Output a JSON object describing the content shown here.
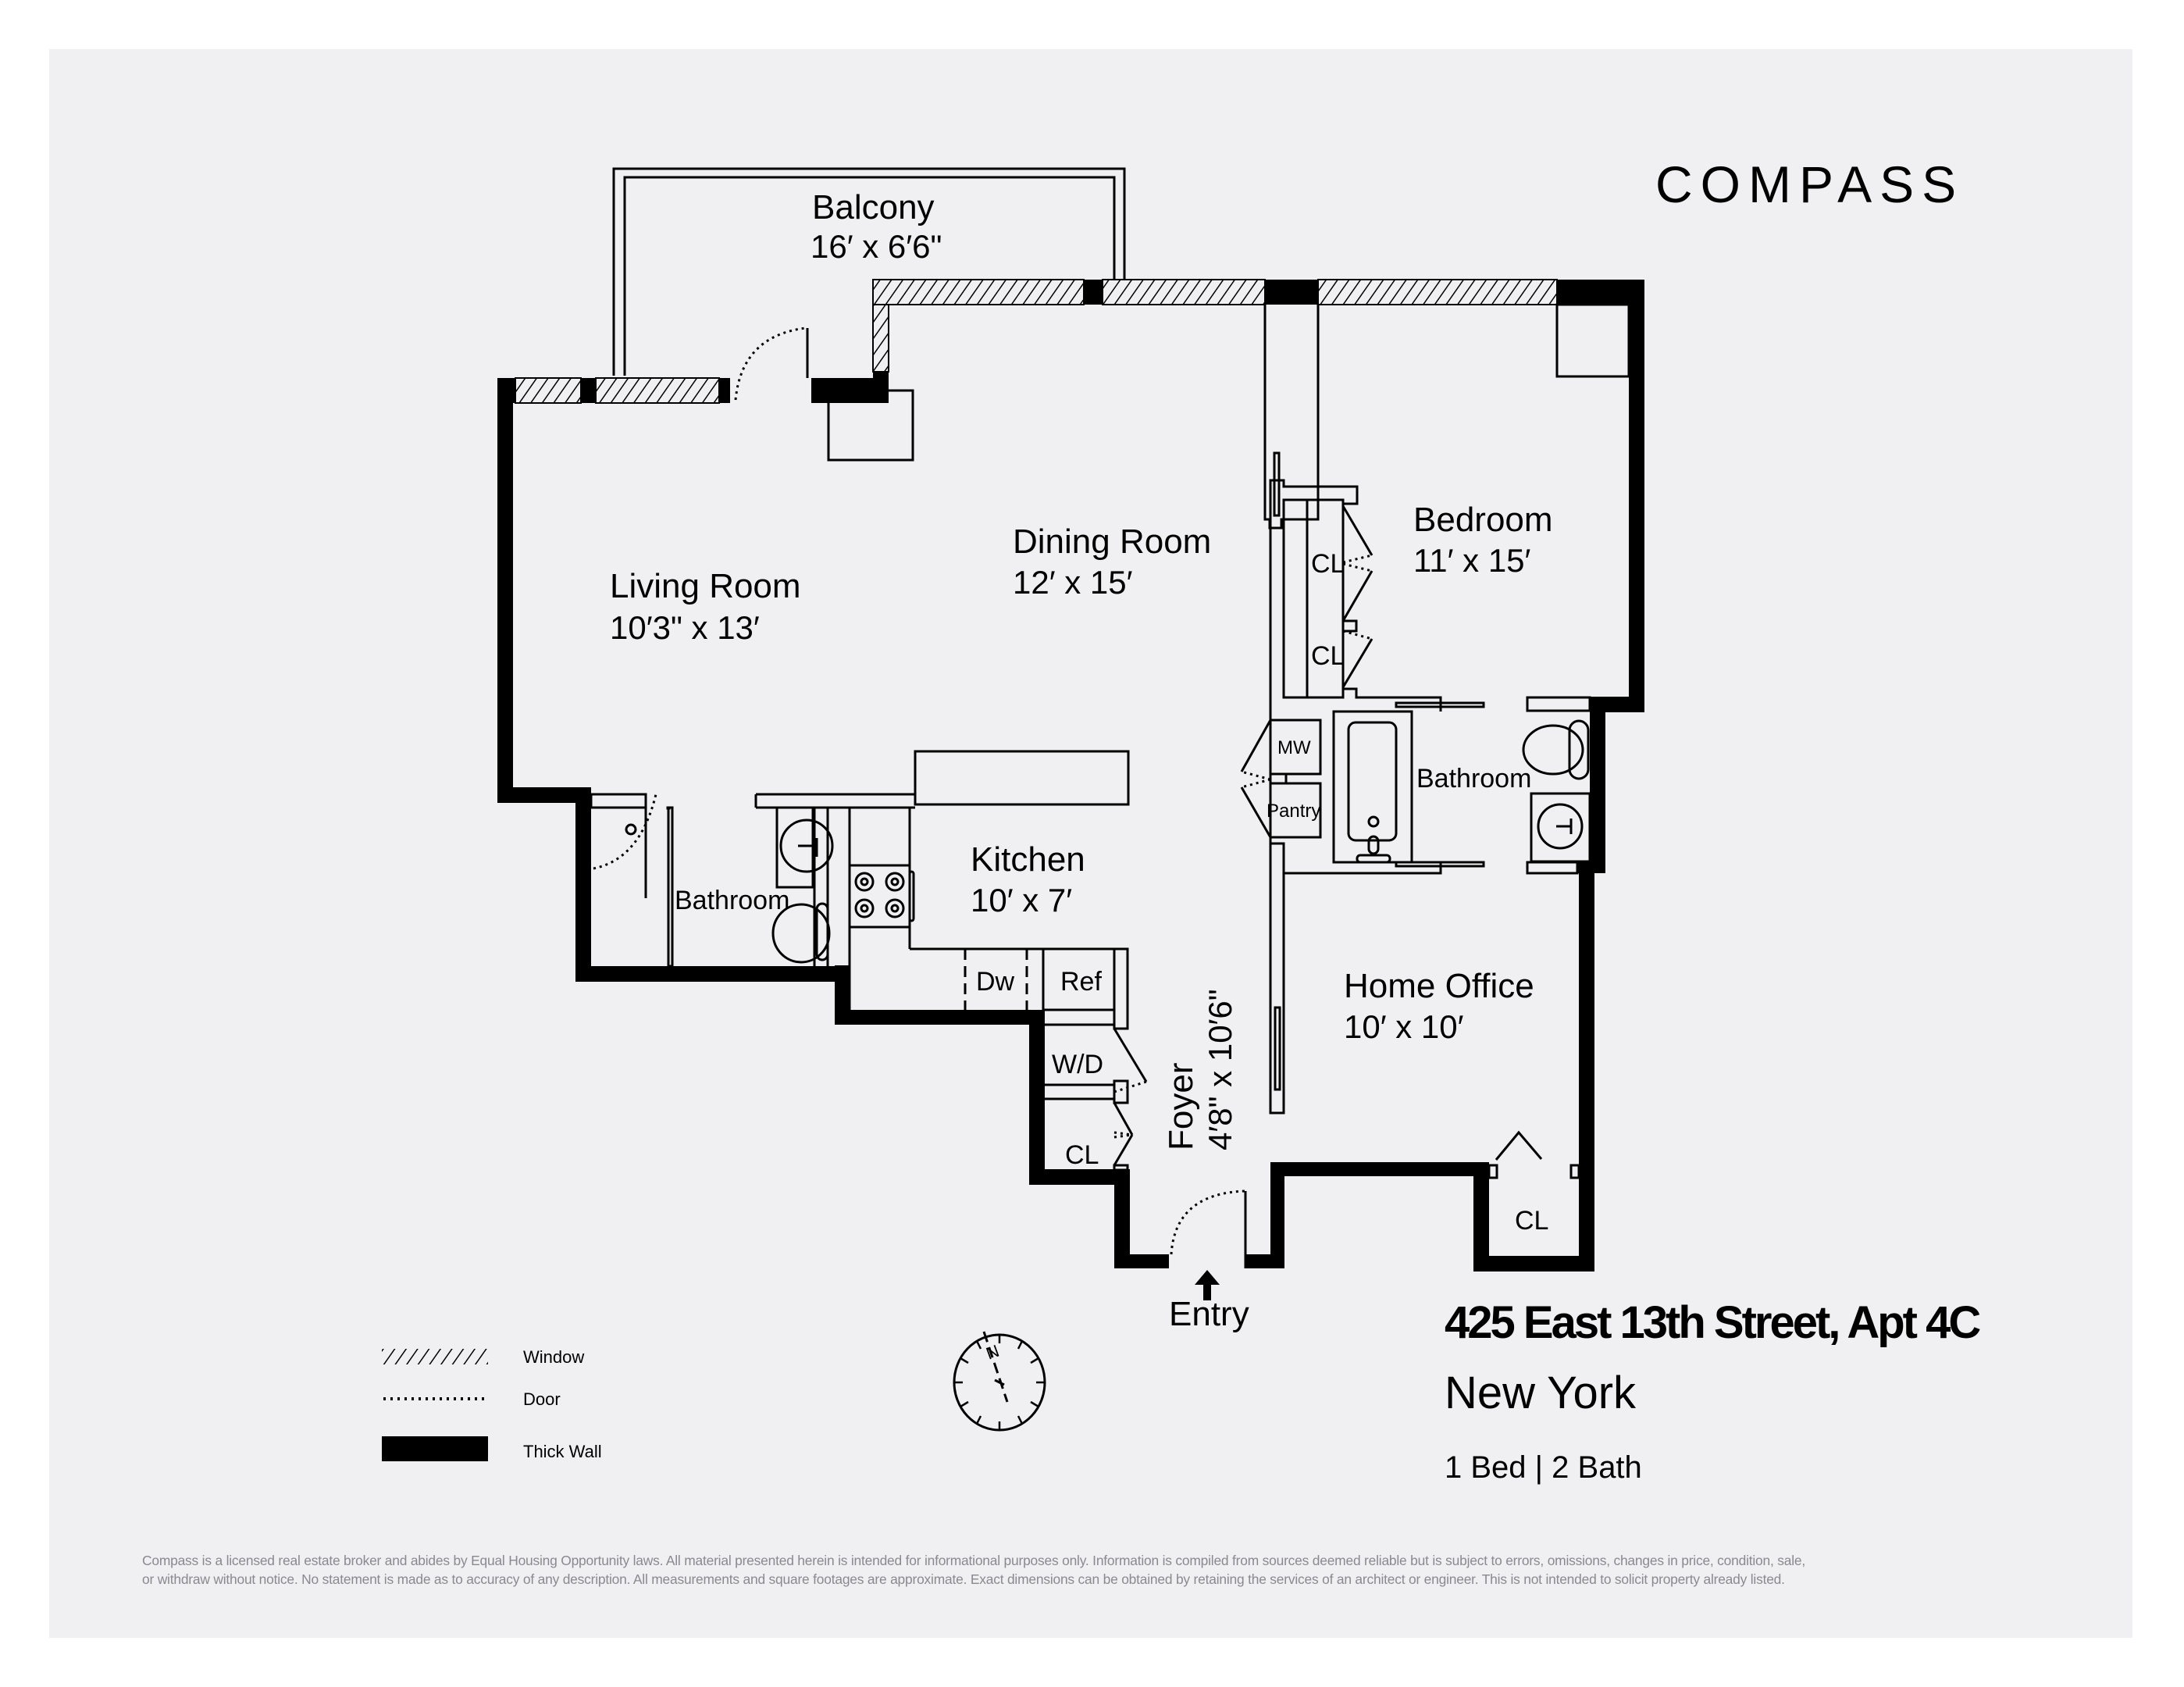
{
  "brand": {
    "logo_text": "COMPASS",
    "logo_icon": "compass-o-slash-icon"
  },
  "listing": {
    "address": "425 East 13th Street, Apt 4C",
    "city": "New York",
    "summary": "1 Bed | 2 Bath"
  },
  "rooms": {
    "balcony": {
      "name": "Balcony",
      "dims": "16′ x 6′6\""
    },
    "living_room": {
      "name": "Living Room",
      "dims": "10′3\" x 13′"
    },
    "dining_room": {
      "name": "Dining Room",
      "dims": "12′ x 15′"
    },
    "bedroom": {
      "name": "Bedroom",
      "dims": "11′ x 15′"
    },
    "kitchen": {
      "name": "Kitchen",
      "dims": "10′ x 7′"
    },
    "home_office": {
      "name": "Home Office",
      "dims": "10′ x 10′"
    },
    "foyer": {
      "name": "Foyer",
      "dims": "4′8\" x 10′6\""
    },
    "bathroom_left": {
      "name": "Bathroom"
    },
    "bathroom_right": {
      "name": "Bathroom"
    }
  },
  "fixtures": {
    "closet_bedroom_1": "CL",
    "closet_bedroom_2": "CL",
    "closet_foyer": "CL",
    "closet_office": "CL",
    "microwave": "MW",
    "pantry": "Pantry",
    "dishwasher": "Dw",
    "refrigerator": "Ref",
    "washer_dryer": "W/D"
  },
  "entry": {
    "label": "Entry",
    "icon": "arrow-up-icon"
  },
  "legend": {
    "items": [
      {
        "label": "Window",
        "swatch": "hatched"
      },
      {
        "label": "Door",
        "swatch": "dotted"
      },
      {
        "label": "Thick Wall",
        "swatch": "solid"
      }
    ]
  },
  "compass_rose": {
    "north_label": "N"
  },
  "disclaimer": {
    "line1": "Compass is a licensed real estate broker and abides by Equal Housing Opportunity laws. All material presented herein is intended for informational purposes only. Information is compiled from sources deemed reliable but is subject to errors, omissions, changes in price, condition, sale,",
    "line2": "or withdraw without notice. No statement is made as to accuracy of any description. All measurements and square footages are approximate. Exact dimensions can be obtained by retaining the services of an architect or engineer. This is not intended to solicit property already listed."
  },
  "colors": {
    "background": "#f0f0f2",
    "page": "#ffffff",
    "ink": "#000000",
    "disclaimer_text": "#8a8a8e"
  }
}
